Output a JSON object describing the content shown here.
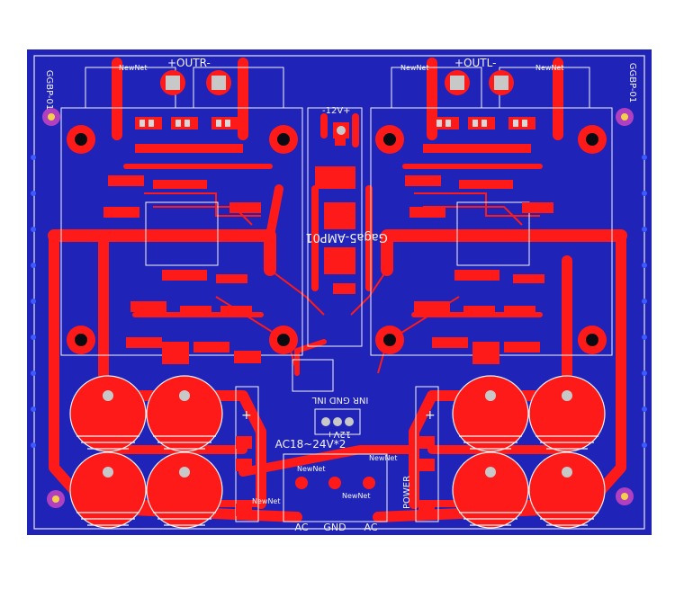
{
  "board": {
    "name": "Gaga5-AMP01",
    "code_left": "GGBP-01",
    "code_right": "GGBP-01",
    "colors": {
      "substrate": "#1f23b8",
      "copper": "#ff1a1a",
      "silkscreen": "#f4f4f4",
      "pad": "#d9d9d9",
      "via": "#6a5acd"
    }
  },
  "labels": {
    "out_left": "+OUTR-",
    "out_right": "+OUTL-",
    "supply_top": "-12V+",
    "supply_mid": "-12V+",
    "input": "INR GND INL",
    "ac_input": "AC18~24V*2",
    "power": "POWER",
    "ac_pin1": "AC",
    "gnd_pin": "GND",
    "ac_pin2": "AC",
    "netlabel": "NewNet",
    "plus_sign": "+"
  }
}
